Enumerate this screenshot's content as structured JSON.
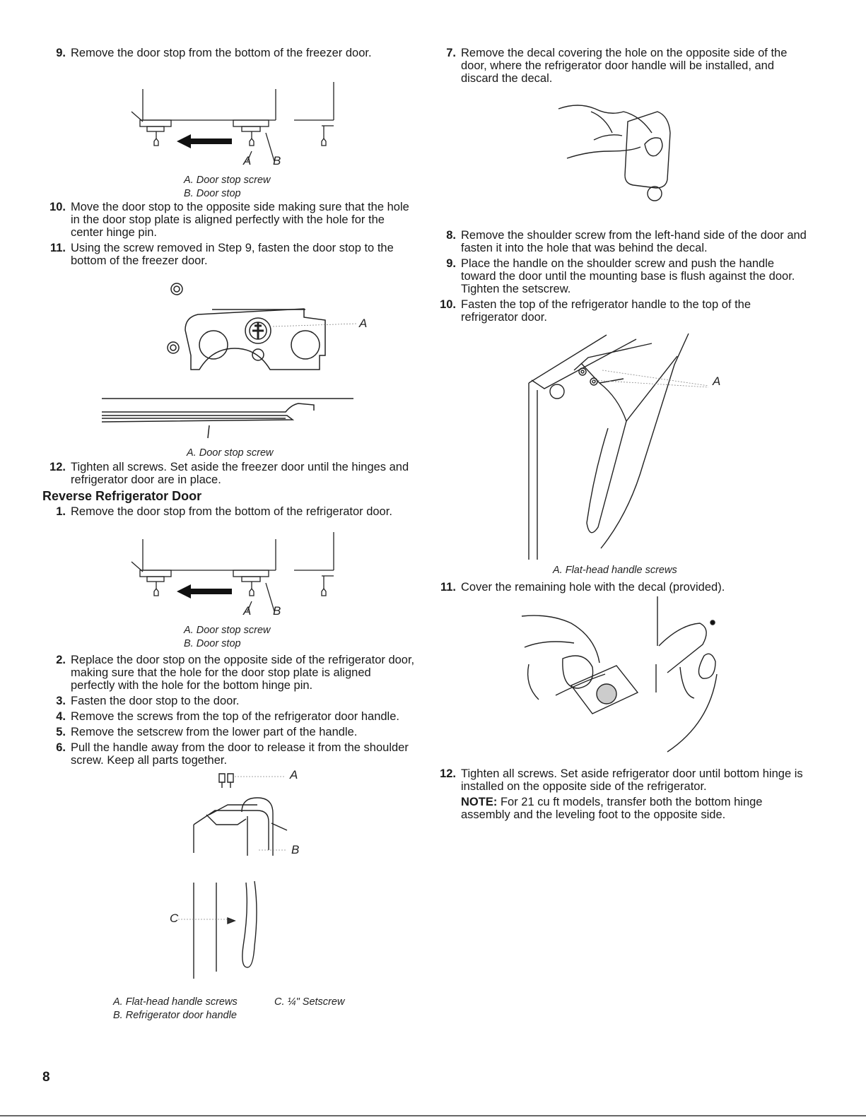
{
  "left": {
    "step9": {
      "num": "9.",
      "text": "Remove the door stop from the bottom of the freezer door."
    },
    "fig1": {
      "label_a": "A",
      "label_b": "B",
      "caption_a": "A. Door stop screw",
      "caption_b": "B. Door stop"
    },
    "step10": {
      "num": "10.",
      "text": "Move the door stop to the opposite side making sure that the hole in the door stop plate is aligned perfectly with the hole for the center hinge pin."
    },
    "step11": {
      "num": "11.",
      "text": "Using the screw removed in Step 9, fasten the door stop to the bottom of the freezer door."
    },
    "fig2": {
      "label_a": "A",
      "caption": "A. Door stop screw"
    },
    "step12": {
      "num": "12.",
      "text": "Tighten all screws. Set aside the freezer door until the hinges and refrigerator door are in place."
    },
    "section_title": "Reverse Refrigerator Door",
    "r1": {
      "num": "1.",
      "text": "Remove the door stop from the bottom of the refrigerator door."
    },
    "fig3": {
      "label_a": "A",
      "label_b": "B",
      "caption_a": "A. Door stop screw",
      "caption_b": "B. Door stop"
    },
    "r2": {
      "num": "2.",
      "text": "Replace the door stop on the opposite side of the refrigerator door, making sure that the hole for the door stop plate is aligned perfectly with the hole for the bottom hinge pin."
    },
    "r3": {
      "num": "3.",
      "text": "Fasten the door stop to the door."
    },
    "r4": {
      "num": "4.",
      "text": "Remove the screws from the top of the refrigerator door handle."
    },
    "r5": {
      "num": "5.",
      "text": "Remove the setscrew from the lower part of the handle."
    },
    "r6": {
      "num": "6.",
      "text": "Pull the handle away from the door to release it from the shoulder screw. Keep all parts together."
    },
    "fig4": {
      "label_a": "A",
      "label_b": "B",
      "label_c": "C",
      "caption_a": "A. Flat-head handle screws",
      "caption_b": "B. Refrigerator door handle",
      "caption_c": "C. ¼\" Setscrew"
    }
  },
  "right": {
    "r7": {
      "num": "7.",
      "text": "Remove the decal covering the hole on the opposite side of the door, where the refrigerator door handle will be installed, and discard the decal."
    },
    "r8": {
      "num": "8.",
      "text": "Remove the shoulder screw from the left-hand side of the door and fasten it into the hole that was behind the decal."
    },
    "r9": {
      "num": "9.",
      "text": "Place the handle on the shoulder screw and push the handle toward the door until the mounting base is flush against the door. Tighten the setscrew."
    },
    "r10": {
      "num": "10.",
      "text": "Fasten the top of the refrigerator handle to the top of the refrigerator door."
    },
    "fig6": {
      "label_a": "A",
      "caption": "A. Flat-head handle screws"
    },
    "r11": {
      "num": "11.",
      "text": "Cover the remaining hole with the decal (provided)."
    },
    "r12": {
      "num": "12.",
      "text": "Tighten all screws. Set aside refrigerator door until bottom hinge is installed on the opposite side of the refrigerator."
    },
    "note": {
      "label": "NOTE:",
      "text": "For 21 cu ft models, transfer both the bottom hinge assembly and the leveling foot to the opposite side."
    }
  },
  "page_number": "8"
}
